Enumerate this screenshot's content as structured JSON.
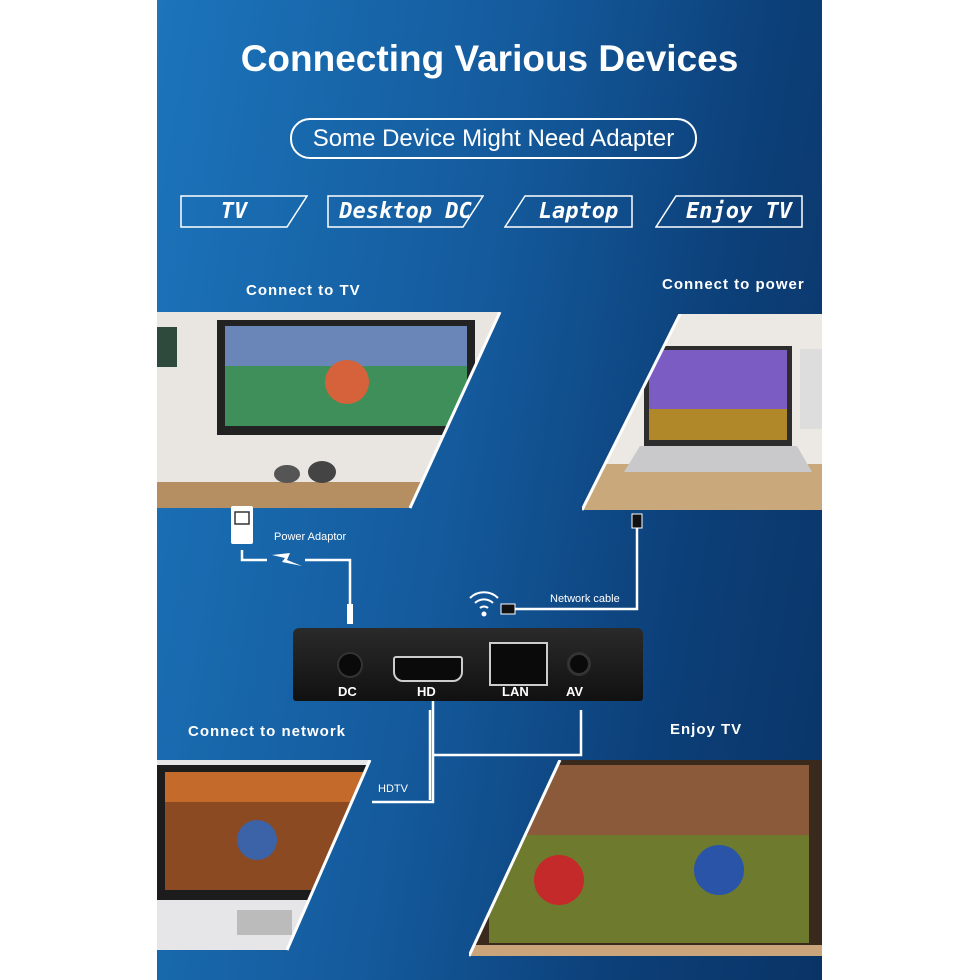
{
  "title": "Connecting Various Devices",
  "subtitle": "Some Device Might Need Adapter",
  "tags": [
    "TV",
    "Desktop DC",
    "Laptop",
    "Enjoy TV"
  ],
  "sections": {
    "top_left": "Connect to TV",
    "top_right": "Connect to power",
    "bottom_left": "Connect to network",
    "bottom_right": "Enjoy TV"
  },
  "cables": {
    "power": "Power Adaptor",
    "network": "Network cable",
    "hdtv": "HDTV"
  },
  "ports": [
    "DC",
    "HD",
    "LAN",
    "AV"
  ],
  "colors": {
    "bg_light": "#1c74bb",
    "bg_dark": "#0a3466",
    "device": "#1b1b1b"
  },
  "icons": [
    "wifi-icon",
    "lightning-icon",
    "power-plug-icon",
    "ethernet-plug-icon"
  ]
}
